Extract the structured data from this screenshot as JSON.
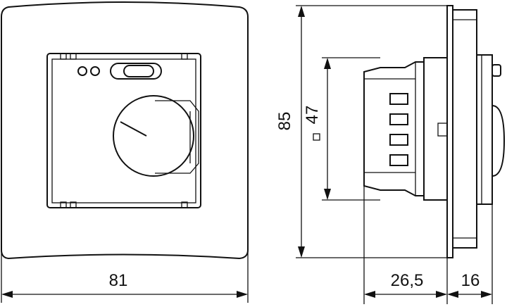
{
  "dimensions": {
    "front_width": "81",
    "height": "85",
    "body_square": "47",
    "body_square_symbol": "◻",
    "body_depth": "26,5",
    "frame_depth": "16"
  },
  "colors": {
    "line": "#111111",
    "background": "#ffffff"
  },
  "views": [
    "front-view",
    "side-view"
  ]
}
